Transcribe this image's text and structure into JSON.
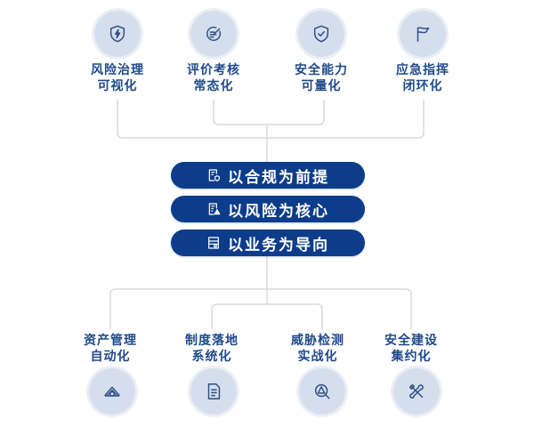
{
  "colors": {
    "navy": "#0d3d8a",
    "label_text": "#1f4a8a",
    "connector": "#d8dce2",
    "icon_circle": "#d5deec",
    "icon_stroke": "#2d4f86"
  },
  "top_nodes": [
    {
      "icon": "shield-lightning-icon",
      "line1": "风险治理",
      "line2": "可视化"
    },
    {
      "icon": "evaluation-gauge-icon",
      "line1": "评价考核",
      "line2": "常态化"
    },
    {
      "icon": "shield-check-icon",
      "line1": "安全能力",
      "line2": "可量化"
    },
    {
      "icon": "flag-icon",
      "line1": "应急指挥",
      "line2": "闭环化"
    }
  ],
  "center_pills": [
    {
      "icon": "document-shield-icon",
      "label": "以合规为前提"
    },
    {
      "icon": "document-warning-icon",
      "label": "以风险为核心"
    },
    {
      "icon": "document-search-icon",
      "label": "以业务为导向"
    }
  ],
  "bottom_nodes": [
    {
      "icon": "asset-radar-icon",
      "line1": "资产管理",
      "line2": "自动化"
    },
    {
      "icon": "document-list-icon",
      "line1": "制度落地",
      "line2": "系统化"
    },
    {
      "icon": "threat-detect-icon",
      "line1": "威胁检测",
      "line2": "实战化"
    },
    {
      "icon": "tools-icon",
      "line1": "安全建设",
      "line2": "集约化"
    }
  ]
}
